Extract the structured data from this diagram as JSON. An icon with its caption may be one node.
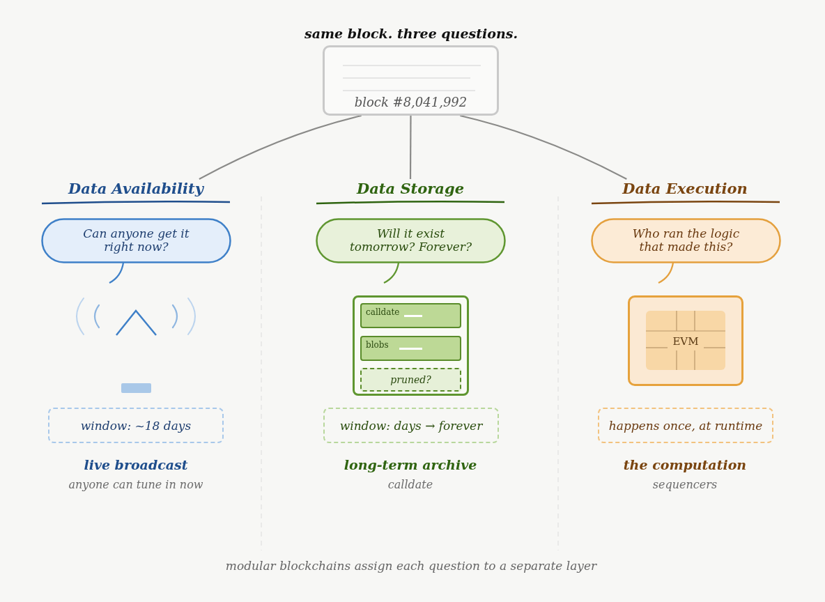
{
  "diagram": {
    "title": "same block. three questions.",
    "caption": "modular blockchains assign each question to a separate layer",
    "nodes": [
      {
        "text": [
          "block #8,041,992"
        ]
      },
      {
        "text": [
          "Data Availability"
        ]
      },
      {
        "text": [
          "Data Storage"
        ]
      },
      {
        "text": [
          "Data Execution"
        ]
      },
      {
        "text": [
          "Can anyone get it right now?"
        ]
      },
      {
        "text": [
          "Will it exist tomorrow? Forever?"
        ]
      },
      {
        "text": [
          "Who ran the logic that made this?"
        ]
      },
      {
        "text": [],
        "shape": "box"
      },
      {
        "text": [
          "calldate"
        ],
        "in": 7
      },
      {
        "text": [
          "blobs"
        ],
        "in": 7
      },
      {
        "text": [
          "pruned?"
        ],
        "in": 7
      },
      {
        "text": [
          "EVM"
        ]
      },
      {
        "text": [
          "window: ~18 days"
        ]
      },
      {
        "text": [
          "window: days → forever"
        ]
      },
      {
        "text": [
          "happens once, at runtime"
        ]
      }
    ],
    "edges": [
      {
        "from": 0,
        "to": 1,
        "arrow": "none"
      },
      {
        "from": 0,
        "to": 2,
        "arrow": "none"
      },
      {
        "from": 0,
        "to": 3,
        "arrow": "none"
      }
    ],
    "labels": [
      "live broadcast",
      "long-term archive",
      "the computation",
      "anyone can tune in now",
      "calldate",
      "sequencers"
    ]
  }
}
